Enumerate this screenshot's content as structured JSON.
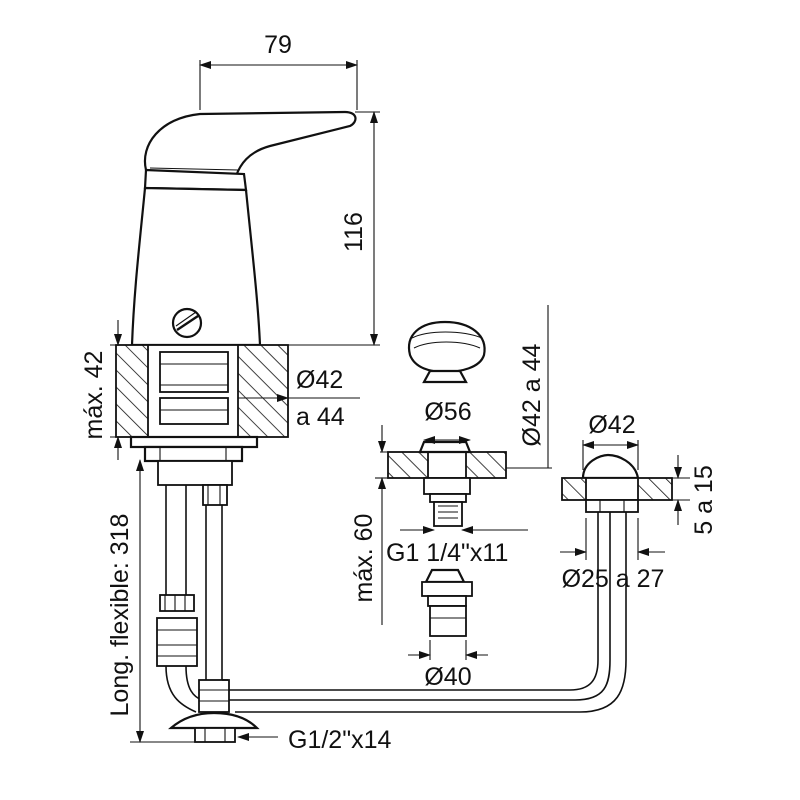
{
  "dimensions": {
    "handle_width": "79",
    "body_height": "116",
    "deck_max": "máx. 42",
    "hole_dia_a": "Ø42",
    "hole_dia_b": "a 44",
    "rosette_dia": "Ø56",
    "hole_range": "Ø42 a 44",
    "cap_dia": "Ø42",
    "cap_range": "5 a 15",
    "max_60": "máx. 60",
    "thread_outlet": "G1 1/4\"x11",
    "outlet_range": "Ø25 a 27",
    "base_dia": "Ø40",
    "flex_length": "Long. flexible: 318",
    "thread_inlet": "G1/2\"x14"
  },
  "colors": {
    "line": "#111111",
    "background": "#ffffff"
  }
}
